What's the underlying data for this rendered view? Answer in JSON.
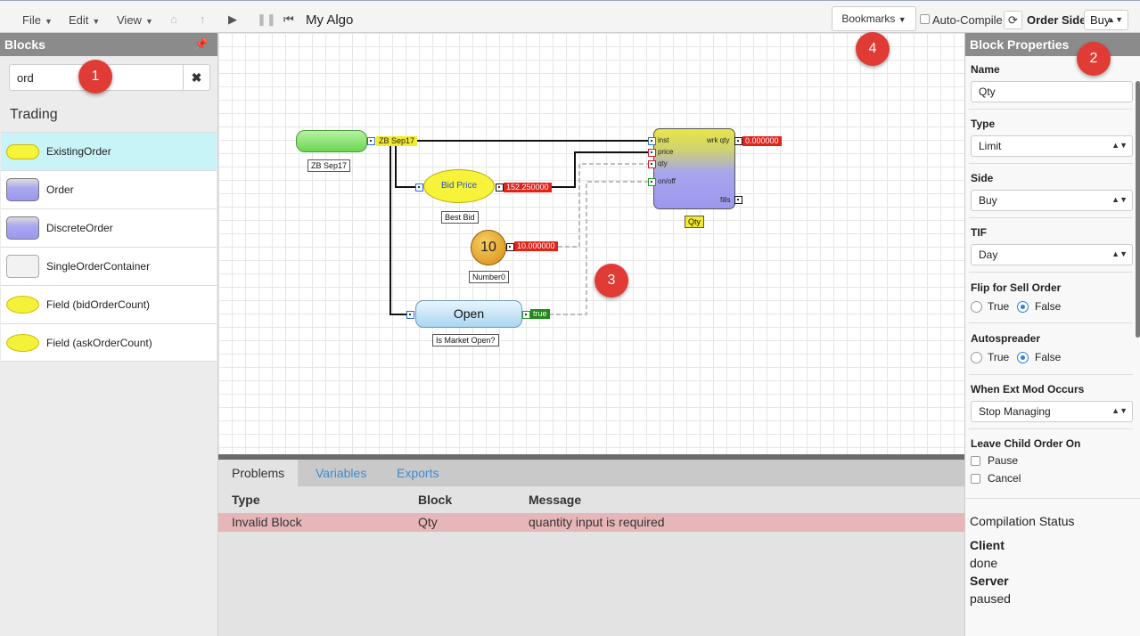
{
  "toolbar": {
    "file": "File",
    "edit": "Edit",
    "view": "View",
    "algo_name": "My Algo",
    "bookmarks": "Bookmarks",
    "auto_compile": "Auto-Compile",
    "order_side_label": "Order Side",
    "order_side_value": "Buy"
  },
  "left_panel": {
    "title": "Blocks",
    "search_value": "ord",
    "category": "Trading",
    "items": [
      {
        "label": "ExistingOrder",
        "selected": true
      },
      {
        "label": "Order"
      },
      {
        "label": "DiscreteOrder"
      },
      {
        "label": "SingleOrderContainer"
      },
      {
        "label": "Field (bidOrderCount)"
      },
      {
        "label": "Field (askOrderCount)"
      }
    ]
  },
  "diagram": {
    "instrument_out": "ZB Sep17",
    "instrument_caption": "ZB Sep17",
    "bid_label": "Bid Price",
    "bid_value": "152.250000",
    "bid_caption": "Best Bid",
    "number_label": "10",
    "number_value": "10.000000",
    "number_caption": "Number0",
    "open_label": "Open",
    "open_value": "true",
    "open_caption": "Is Market Open?",
    "order_ports": {
      "inst": "inst",
      "price": "price",
      "qty": "qty",
      "onoff": "on/off",
      "wrkqty": "wrk qty",
      "fills": "fills"
    },
    "order_wrk_value": "0.000000",
    "order_caption": "Qty"
  },
  "bottom_panel": {
    "tabs": [
      "Problems",
      "Variables",
      "Exports"
    ],
    "columns": [
      "Type",
      "Block",
      "Message"
    ],
    "rows": [
      {
        "type": "Invalid Block",
        "block": "Qty",
        "message": "quantity input is required"
      }
    ]
  },
  "right_panel": {
    "title": "Block Properties",
    "name_label": "Name",
    "name_value": "Qty",
    "type_label": "Type",
    "type_value": "Limit",
    "side_label": "Side",
    "side_value": "Buy",
    "tif_label": "TIF",
    "tif_value": "Day",
    "flip_label": "Flip for Sell Order",
    "autospreader_label": "Autospreader",
    "true_label": "True",
    "false_label": "False",
    "ext_mod_label": "When Ext Mod Occurs",
    "ext_mod_value": "Stop Managing",
    "leave_label": "Leave Child Order On",
    "pause_label": "Pause",
    "cancel_label": "Cancel",
    "compile_title": "Compilation Status",
    "client_label": "Client",
    "client_value": "done",
    "server_label": "Server",
    "server_value": "paused"
  },
  "badges": [
    "1",
    "2",
    "3",
    "4"
  ]
}
